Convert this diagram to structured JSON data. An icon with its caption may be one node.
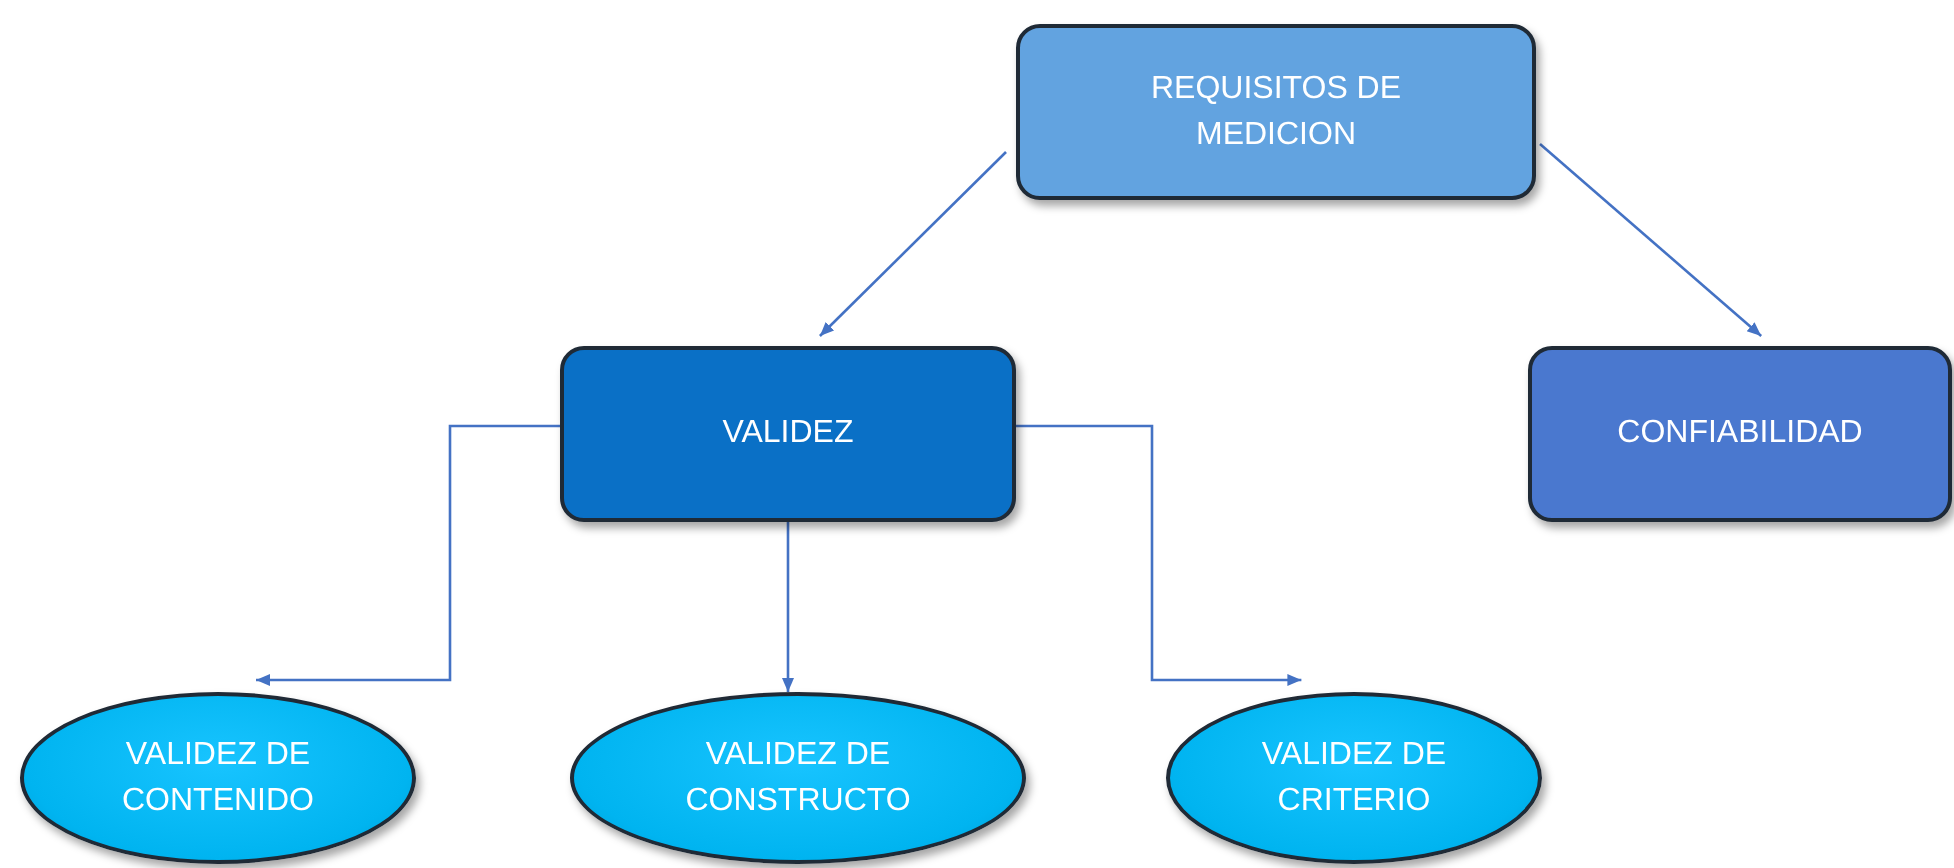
{
  "diagram": {
    "nodes": [
      {
        "text": [
          "REQUISITOS DE MEDICION"
        ]
      },
      {
        "text": [
          "VALIDEZ"
        ]
      },
      {
        "text": [
          "CONFIABILIDAD"
        ]
      },
      {
        "text": [
          "VALIDEZ DE CONTENIDO"
        ]
      },
      {
        "text": [
          "VALIDEZ DE CONSTRUCTO"
        ]
      },
      {
        "text": [
          "VALIDEZ DE CRITERIO"
        ]
      }
    ],
    "edges": [
      {
        "from": 0,
        "to": 1,
        "arrow": "to"
      },
      {
        "from": 0,
        "to": 2,
        "arrow": "to"
      },
      {
        "from": 1,
        "to": 3,
        "arrow": "to"
      },
      {
        "from": 1,
        "to": 4,
        "arrow": "to"
      },
      {
        "from": 1,
        "to": 5,
        "arrow": "to"
      }
    ]
  }
}
